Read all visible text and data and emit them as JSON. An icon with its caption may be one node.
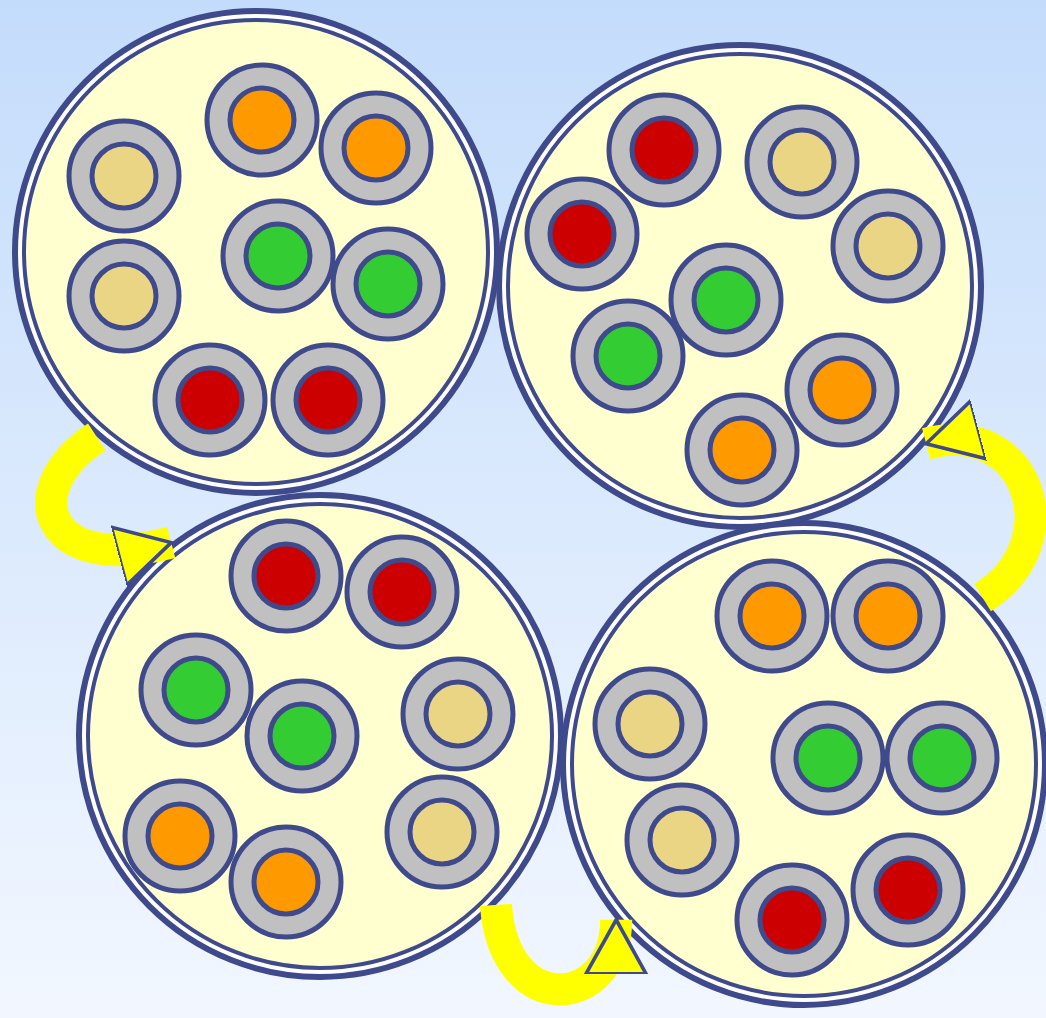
{
  "diagram": {
    "nodes": [
      {
        "text": [],
        "shape": "circle"
      },
      {
        "text": [],
        "shape": "circle",
        "in": 0
      },
      {
        "text": [],
        "shape": "circle",
        "in": 0
      },
      {
        "text": [],
        "shape": "circle",
        "in": 0
      },
      {
        "text": [],
        "shape": "circle",
        "in": 0
      },
      {
        "text": [],
        "shape": "circle",
        "in": 0
      },
      {
        "text": [],
        "shape": "circle",
        "in": 0
      },
      {
        "text": [],
        "shape": "circle",
        "in": 0
      },
      {
        "text": [],
        "shape": "circle",
        "in": 0
      },
      {
        "text": [],
        "shape": "circle"
      },
      {
        "text": [],
        "shape": "circle",
        "in": 9
      },
      {
        "text": [],
        "shape": "circle",
        "in": 9
      },
      {
        "text": [],
        "shape": "circle",
        "in": 9
      },
      {
        "text": [],
        "shape": "circle",
        "in": 9
      },
      {
        "text": [],
        "shape": "circle",
        "in": 9
      },
      {
        "text": [],
        "shape": "circle",
        "in": 9
      },
      {
        "text": [],
        "shape": "circle",
        "in": 9
      },
      {
        "text": [],
        "shape": "circle",
        "in": 9
      },
      {
        "text": [],
        "shape": "circle"
      },
      {
        "text": [],
        "shape": "circle",
        "in": 18
      },
      {
        "text": [],
        "shape": "circle",
        "in": 18
      },
      {
        "text": [],
        "shape": "circle",
        "in": 18
      },
      {
        "text": [],
        "shape": "circle",
        "in": 18
      },
      {
        "text": [],
        "shape": "circle",
        "in": 18
      },
      {
        "text": [],
        "shape": "circle",
        "in": 18
      },
      {
        "text": [],
        "shape": "circle",
        "in": 18
      },
      {
        "text": [],
        "shape": "circle",
        "in": 18
      },
      {
        "text": [],
        "shape": "circle"
      },
      {
        "text": [],
        "shape": "circle",
        "in": 27
      },
      {
        "text": [],
        "shape": "circle",
        "in": 27
      },
      {
        "text": [],
        "shape": "circle",
        "in": 27
      },
      {
        "text": [],
        "shape": "circle",
        "in": 27
      },
      {
        "text": [],
        "shape": "circle",
        "in": 27
      },
      {
        "text": [],
        "shape": "circle",
        "in": 27
      },
      {
        "text": [],
        "shape": "circle",
        "in": 27
      },
      {
        "text": [],
        "shape": "circle",
        "in": 27
      }
    ],
    "edges": [
      {
        "from": 0,
        "to": 18,
        "arrow": "to"
      },
      {
        "from": 18,
        "to": 27,
        "arrow": "to"
      },
      {
        "from": 27,
        "to": 9,
        "arrow": "to"
      }
    ]
  }
}
